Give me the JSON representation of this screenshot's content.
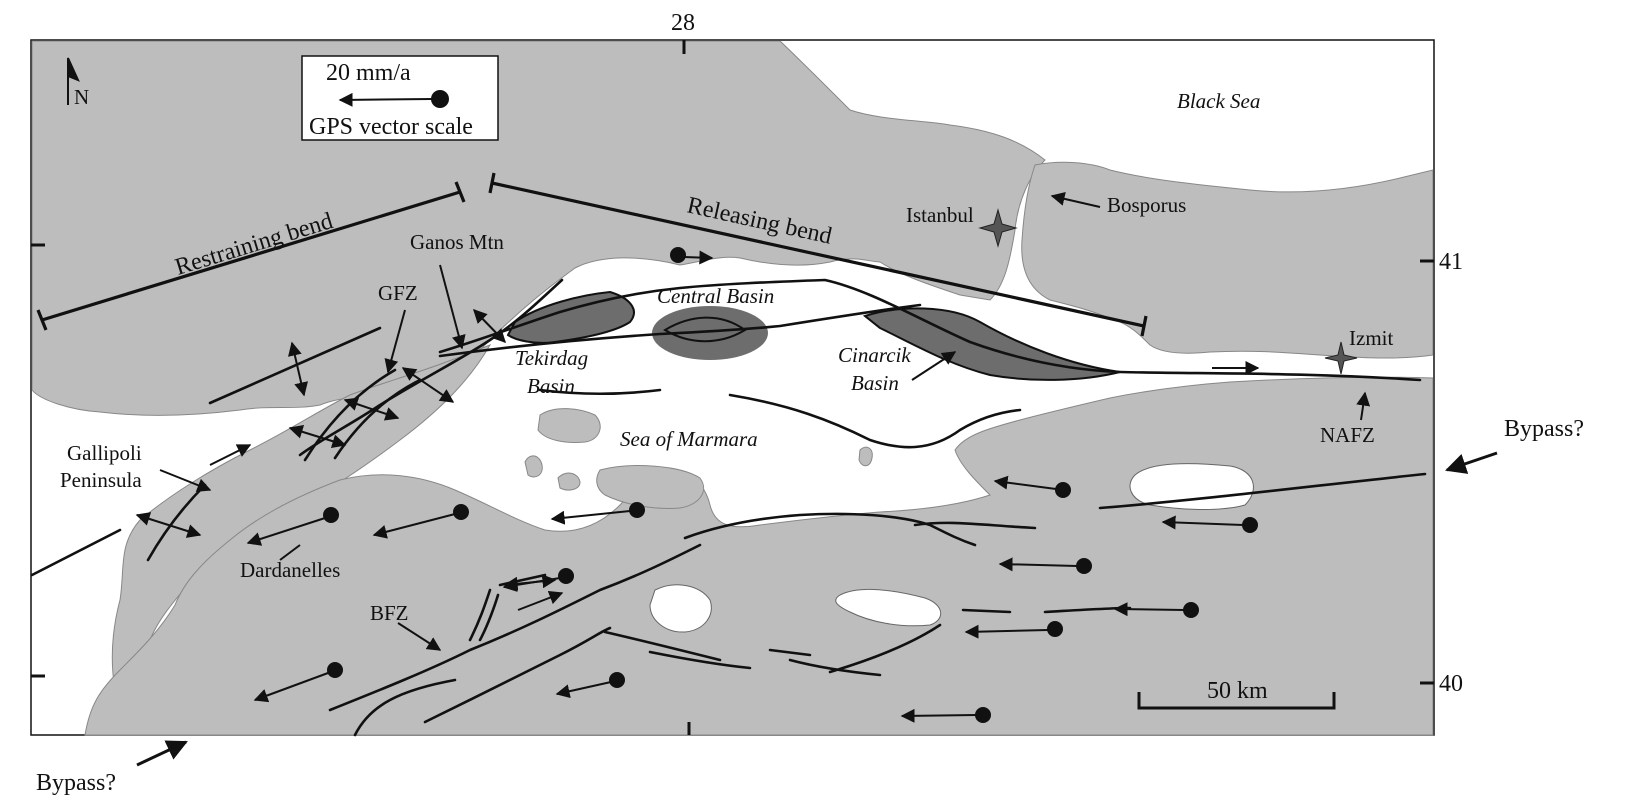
{
  "labels": {
    "scale_speed": "20 mm/a",
    "scale_caption": "GPS vector scale",
    "north": "N",
    "lon_28": "28",
    "lat_41": "41",
    "lat_40": "40",
    "black_sea": "Black Sea",
    "sea_of_marmara": "Sea of Marmara",
    "istanbul": "Istanbul",
    "bosporus": "Bosporus",
    "izmit": "Izmit",
    "nafz": "NAFZ",
    "bypass_east": "Bypass?",
    "bypass_sw": "Bypass?",
    "restraining_bend": "Restraining bend",
    "releasing_bend": "Releasing bend",
    "ganos_mtn": "Ganos Mtn",
    "gfz": "GFZ",
    "bfz": "BFZ",
    "gallipoli_1": "Gallipoli",
    "gallipoli_2": "Peninsula",
    "dardanelles": "Dardanelles",
    "central_basin": "Central Basin",
    "tekirdag_1": "Tekirdag",
    "tekirdag_2": "Basin",
    "cinarcik_1": "Cinarcik",
    "cinarcik_2": "Basin",
    "km_scale": "50 km"
  },
  "colors": {
    "land": "#bdbdbd",
    "basin": "#6d6d6d",
    "water": "#ffffff",
    "line": "#111111"
  },
  "icons": {
    "north_arrow": "north-arrow-icon",
    "city": "four-point-star-icon",
    "gps_station": "filled-circle-icon"
  }
}
